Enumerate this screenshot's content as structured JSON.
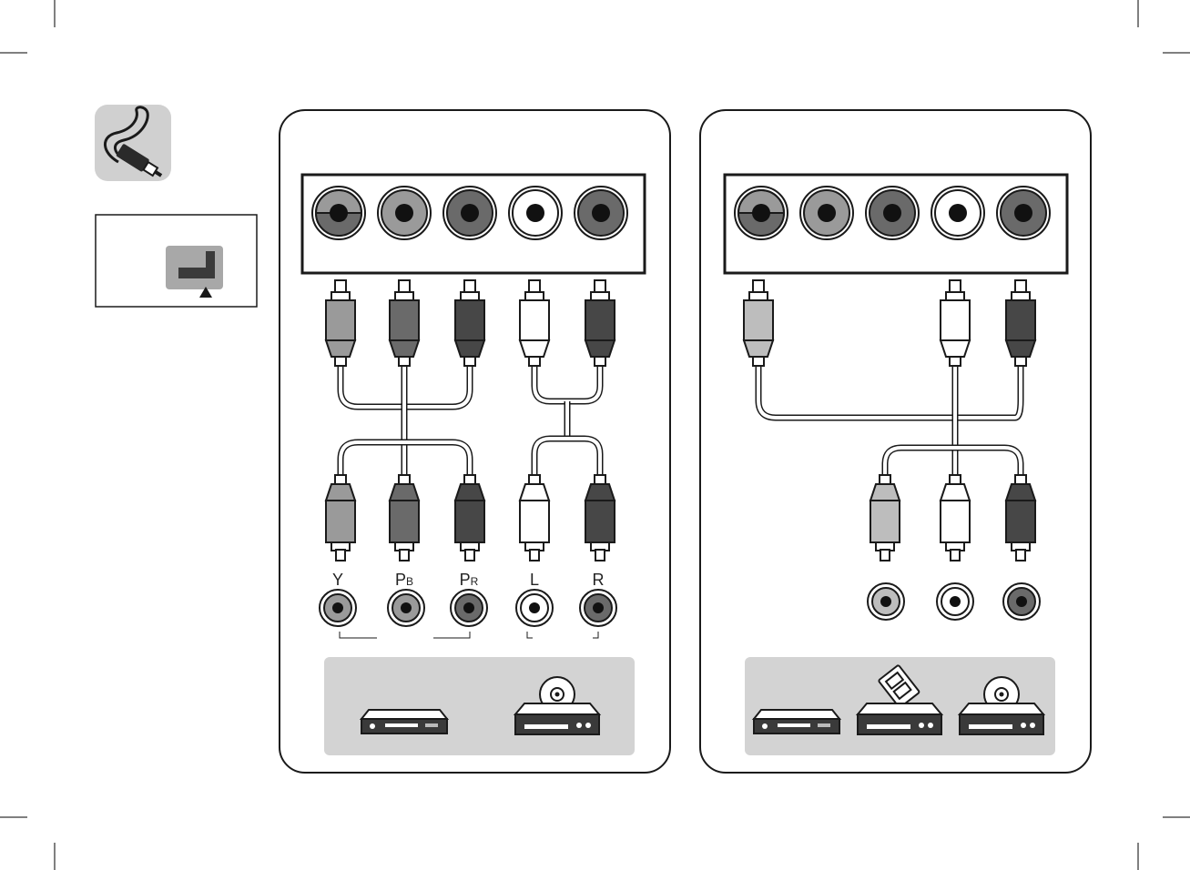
{
  "colors": {
    "gray_light": "#bdbdbd",
    "gray_mid": "#9a9a9a",
    "gray_dark": "#6a6a6a",
    "gray_darker": "#474747",
    "white": "#ffffff",
    "panel_bg": "#d3d3d3",
    "outline": "#1a1a1a"
  },
  "icons": {
    "cable_icon": "rca-cable-icon",
    "port_icon": "av-port-icon",
    "triangle_icon": "triangle-up-icon"
  },
  "component_panel": {
    "labels": [
      {
        "main": "Y",
        "sub": ""
      },
      {
        "main": "P",
        "sub": "B"
      },
      {
        "main": "P",
        "sub": "R"
      },
      {
        "main": "L",
        "sub": ""
      },
      {
        "main": "R",
        "sub": ""
      }
    ],
    "devices": [
      "dvd-player-icon",
      "bluray-player-icon"
    ]
  },
  "composite_panel": {
    "devices": [
      "vcr-icon",
      "set-top-box-icon",
      "bluray-player-icon"
    ]
  }
}
